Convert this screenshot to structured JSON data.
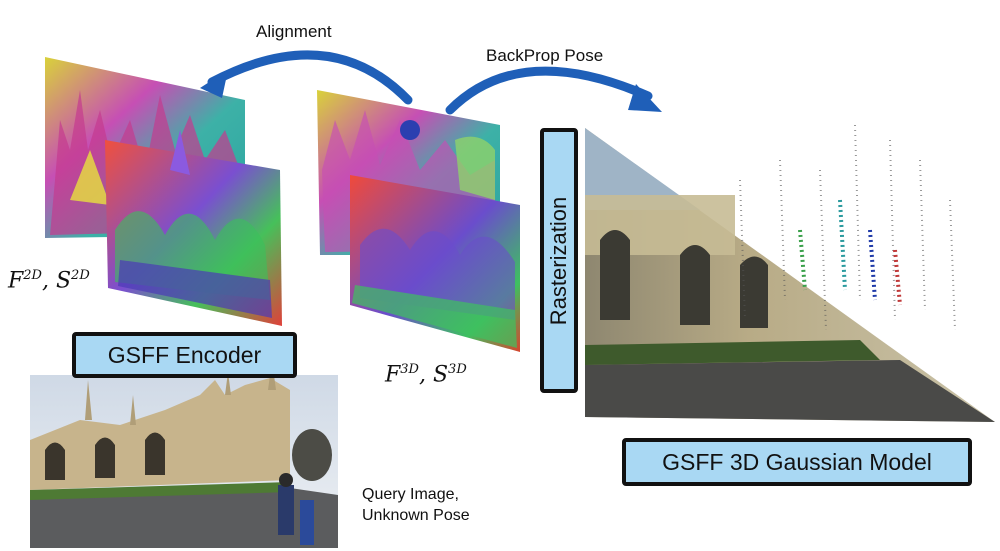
{
  "labels": {
    "alignment": "Alignment",
    "backprop": "BackProp Pose",
    "rasterization": "Rasterization",
    "encoder": "GSFF Encoder",
    "gaussian_model": "GSFF 3D Gaussian Model",
    "query_line1": "Query Image,",
    "query_line2": "Unknown Pose"
  },
  "math": {
    "f2d_base": "F",
    "f2d_sup": "2D",
    "s2d_base": "S",
    "s2d_sup": "2D",
    "f3d_base": "F",
    "f3d_sup": "3D",
    "s3d_base": "S",
    "s3d_sup": "3D"
  },
  "colors": {
    "label_fill": "#a9d8f3",
    "arrow_blue": "#1f5fb8",
    "teal": "#2aa3a0",
    "red": "#ee4b3b"
  }
}
